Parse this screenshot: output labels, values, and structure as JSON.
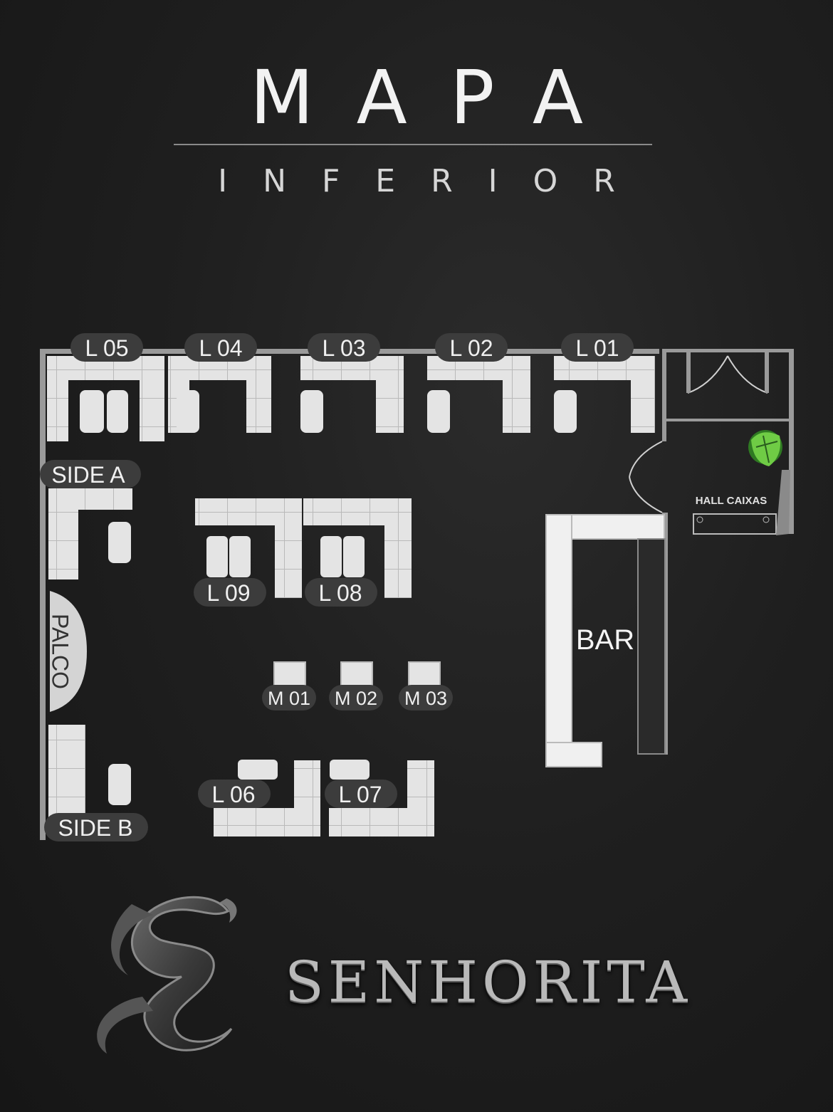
{
  "header": {
    "title": "MAPA",
    "subtitle": "INFERIOR"
  },
  "tables": {
    "l05": "L 05",
    "l04": "L 04",
    "l03": "L 03",
    "l02": "L 02",
    "l01": "L 01",
    "l09": "L 09",
    "l08": "L 08",
    "l06": "L 06",
    "l07": "L 07",
    "m01": "M 01",
    "m02": "M 02",
    "m03": "M 03"
  },
  "areas": {
    "side_a": "SIDE A",
    "side_b": "SIDE B",
    "palco": "PALCO",
    "bar": "BAR",
    "hall_caixas": "HALL CAIXAS"
  },
  "brand": {
    "name": "SENHORITA"
  },
  "colors": {
    "background": "#1e1e1e",
    "furniture": "#e6e6e6",
    "label_pill": "#3c3c3c",
    "label_text": "#f0f0f0",
    "plant": "#5fbf3a"
  },
  "icons": [
    "plant-icon",
    "door-swing-icon",
    "senhorita-logo-icon"
  ]
}
